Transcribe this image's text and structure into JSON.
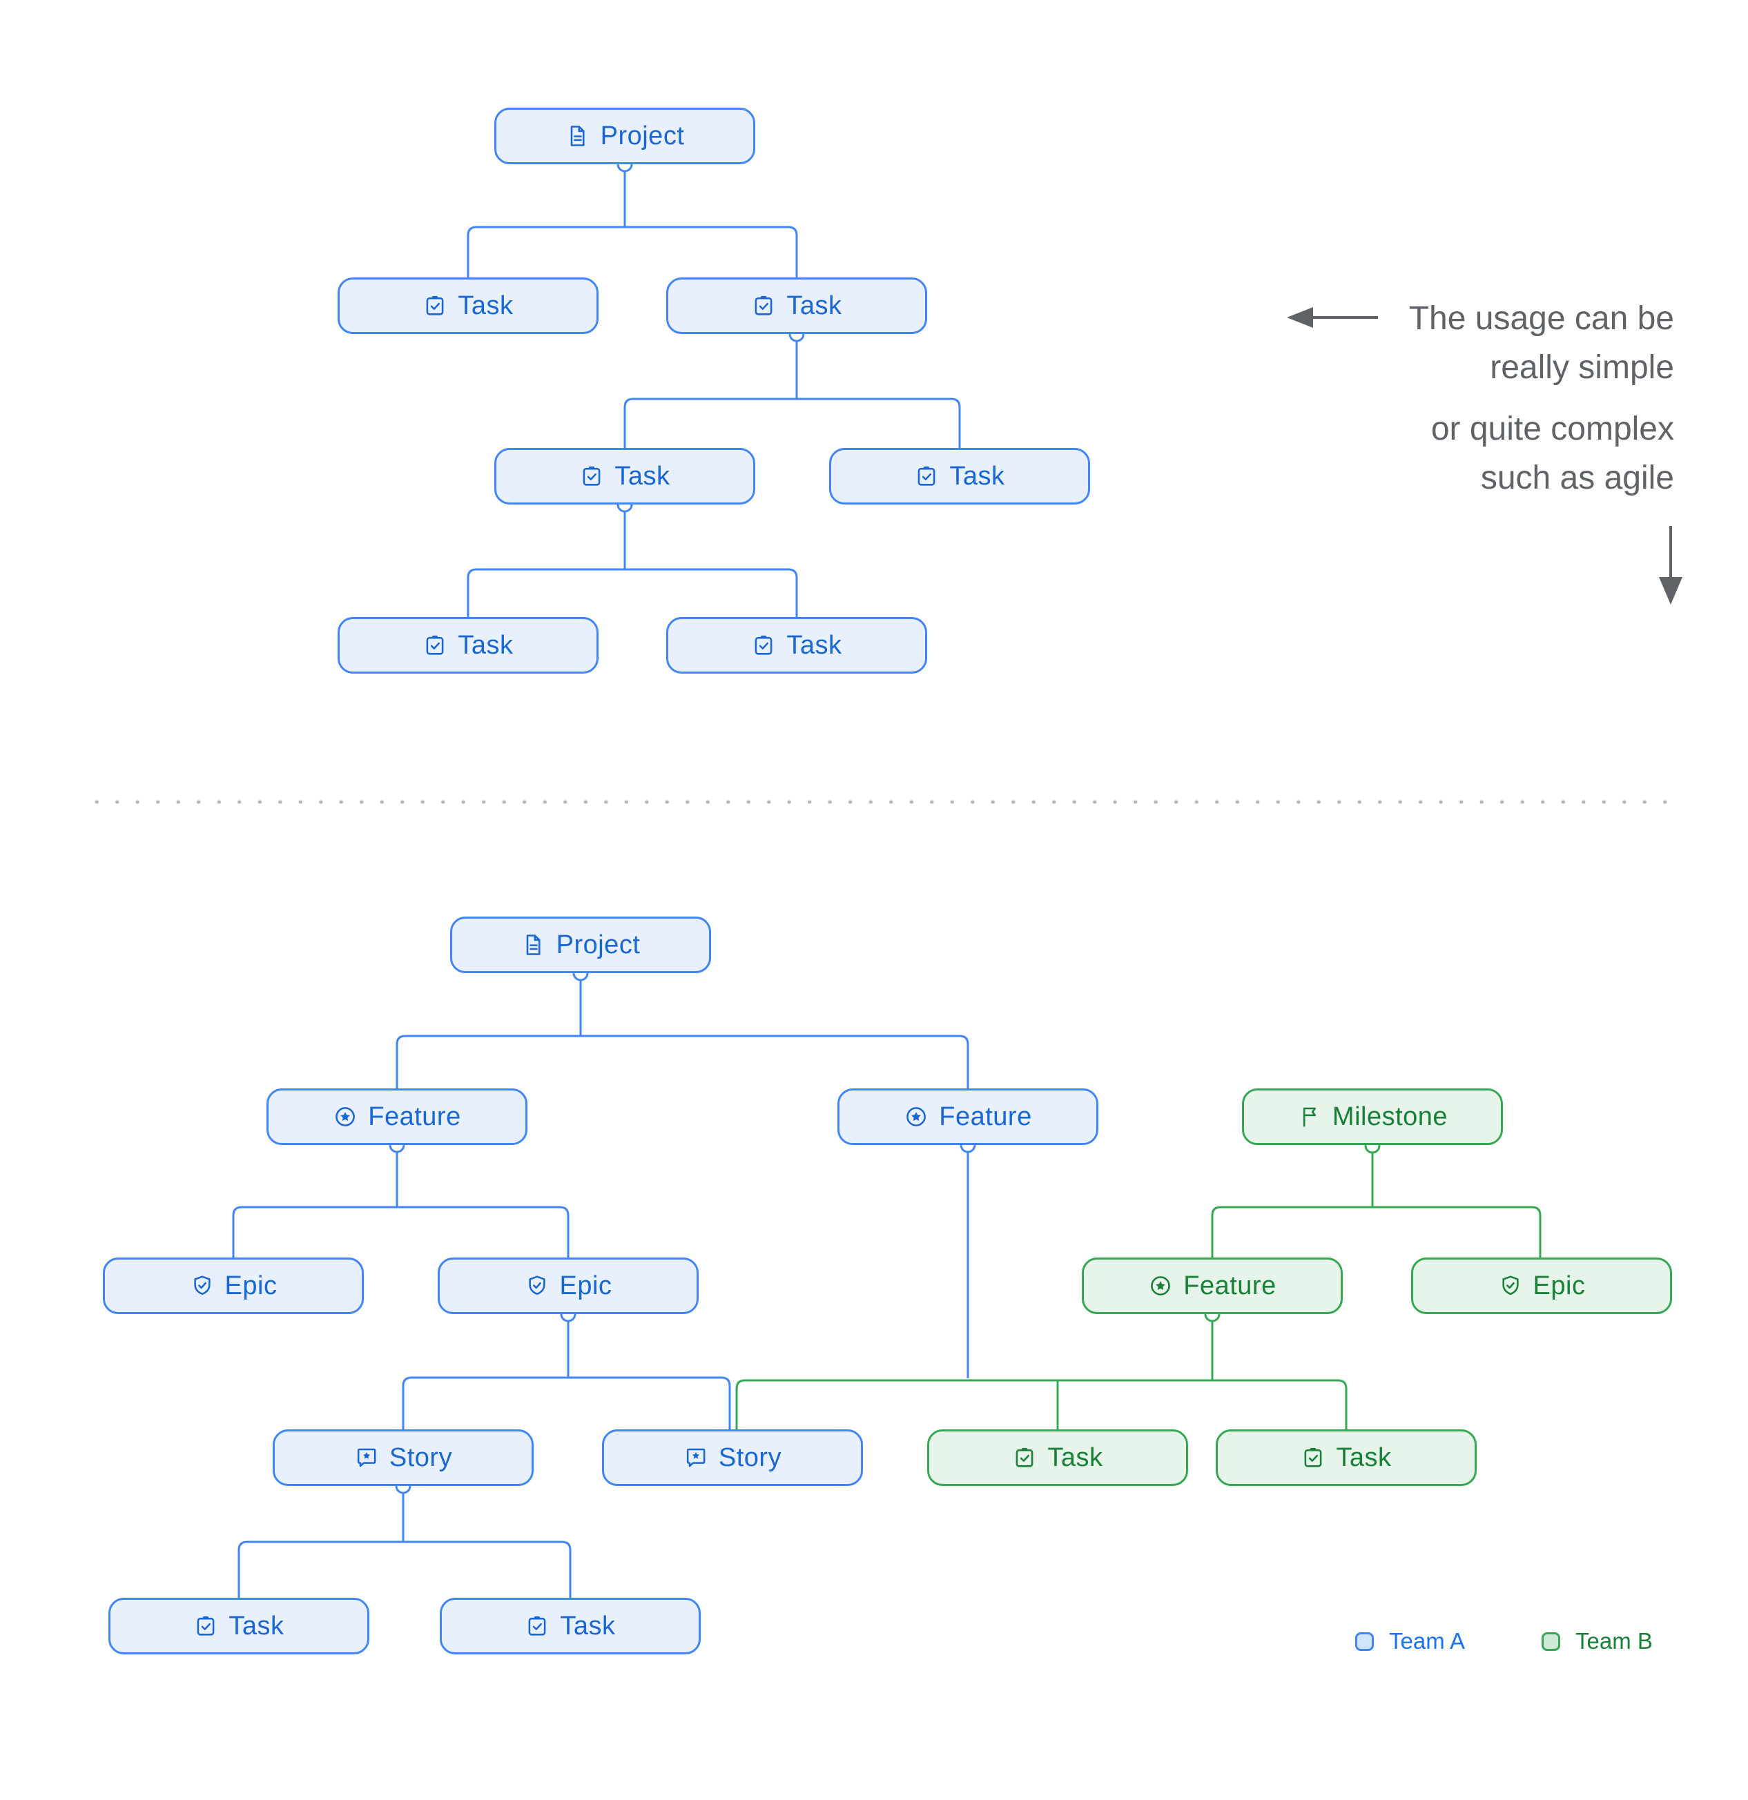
{
  "labels": {
    "project": "Project",
    "task": "Task",
    "feature": "Feature",
    "epic": "Epic",
    "story": "Story",
    "milestone": "Milestone"
  },
  "annotation": {
    "lines": [
      "The usage can be",
      "really simple",
      "or quite complex",
      "such as agile"
    ]
  },
  "legend": {
    "team_a": "Team A",
    "team_b": "Team B"
  },
  "colors": {
    "team_a_border": "#4285f4",
    "team_a_fill": "#e8f0fe",
    "team_a_text": "#1967d2",
    "team_b_border": "#34a853",
    "team_b_fill": "#e6f4ea",
    "team_b_text": "#188038",
    "annotation_text": "#5f6368",
    "divider_dots": "#b4b8be"
  }
}
